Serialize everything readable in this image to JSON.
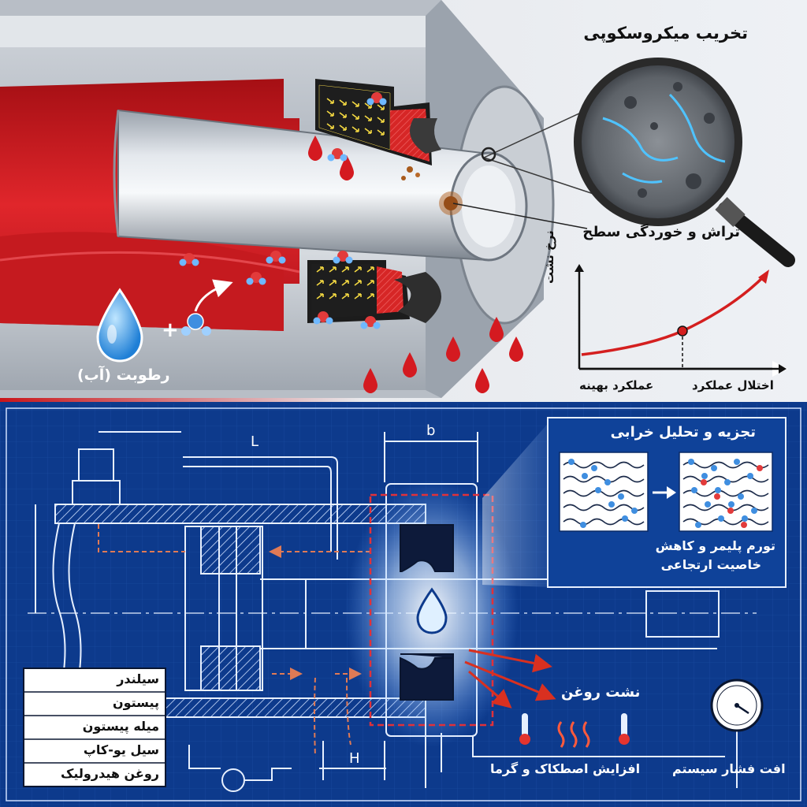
{
  "top": {
    "microscopic_title": "تخریب میکروسکوپی",
    "surface_wear": "تراش و خوردگی سطح",
    "moisture": "رطوبت (آب)",
    "plus": "+",
    "graph": {
      "ylabel": "نرخ نشت",
      "x_optimal": "عملکرد بهینه",
      "x_disorder": "اختلال عملکرد"
    }
  },
  "bottom": {
    "dim_L": "L",
    "dim_b": "b",
    "dim_H": "H",
    "analysis_title": "تجزیه و تحلیل خرابی",
    "swelling_line1": "تورم پلیمر و کاهش",
    "swelling_line2": "خاصیت ارتجاعی",
    "oil_leak": "نشت روغن",
    "friction_heat": "افزایش اصطکاک و گرما",
    "pressure_drop": "افت فشار سیستم",
    "legend": [
      "سیلندر",
      "پیستون",
      "میله پیستون",
      "سیل یو-کاپ",
      "روغن هیدرولیک"
    ]
  },
  "colors": {
    "blueprint": "#0d3a8c",
    "hydraulic_oil": "#c41418",
    "accent_arrow": "#d93020",
    "water": "#3fa3e8"
  }
}
